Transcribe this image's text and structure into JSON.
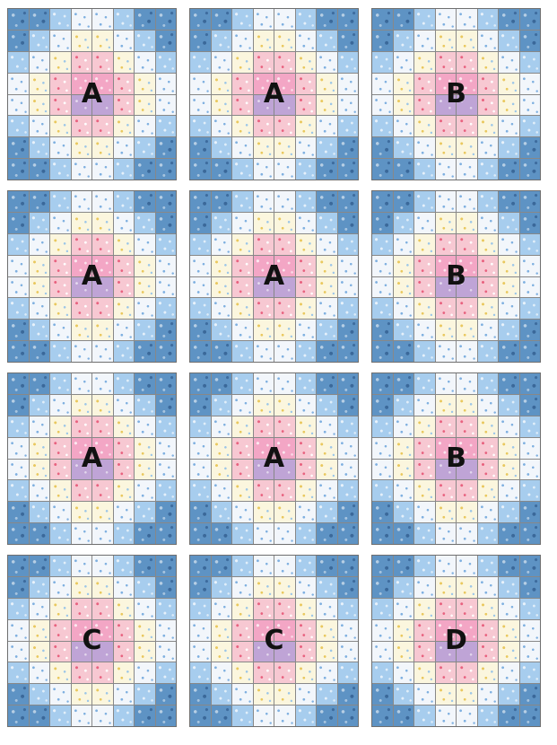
{
  "blocks": [
    {
      "label": "A"
    },
    {
      "label": "A"
    },
    {
      "label": "B"
    },
    {
      "label": "A"
    },
    {
      "label": "A"
    },
    {
      "label": "B"
    },
    {
      "label": "A"
    },
    {
      "label": "A"
    },
    {
      "label": "B"
    },
    {
      "label": "C"
    },
    {
      "label": "C"
    },
    {
      "label": "D"
    }
  ],
  "fabric_colors": {
    "dark_blue": "#5e93c4",
    "blue": "#a7cdee",
    "white_blue_dot": "#f2f6fb",
    "yellow_print": "#fbf6de",
    "pink_floral": "#f7c8d2",
    "pink": "#f3a6c5",
    "purple": "#bfa4d6"
  },
  "block_pattern": [
    [
      "dk",
      "dk",
      "bl",
      "wb",
      "wb",
      "bl",
      "dk",
      "dk"
    ],
    [
      "dk",
      "bl",
      "wb",
      "yl",
      "yl",
      "wb",
      "bl",
      "dk"
    ],
    [
      "bl",
      "wb",
      "yl",
      "pl",
      "pl",
      "yl",
      "wb",
      "bl"
    ],
    [
      "wb",
      "yl",
      "pl",
      "pk",
      "pk",
      "pl",
      "yl",
      "wb"
    ],
    [
      "wb",
      "yl",
      "pl",
      "pu",
      "pu",
      "pl",
      "yl",
      "wb"
    ],
    [
      "bl",
      "wb",
      "yl",
      "pl",
      "pl",
      "yl",
      "wb",
      "bl"
    ],
    [
      "dk",
      "bl",
      "wb",
      "yl",
      "yl",
      "wb",
      "bl",
      "dk"
    ],
    [
      "dk",
      "dk",
      "bl",
      "wb",
      "wb",
      "bl",
      "dk",
      "dk"
    ]
  ]
}
